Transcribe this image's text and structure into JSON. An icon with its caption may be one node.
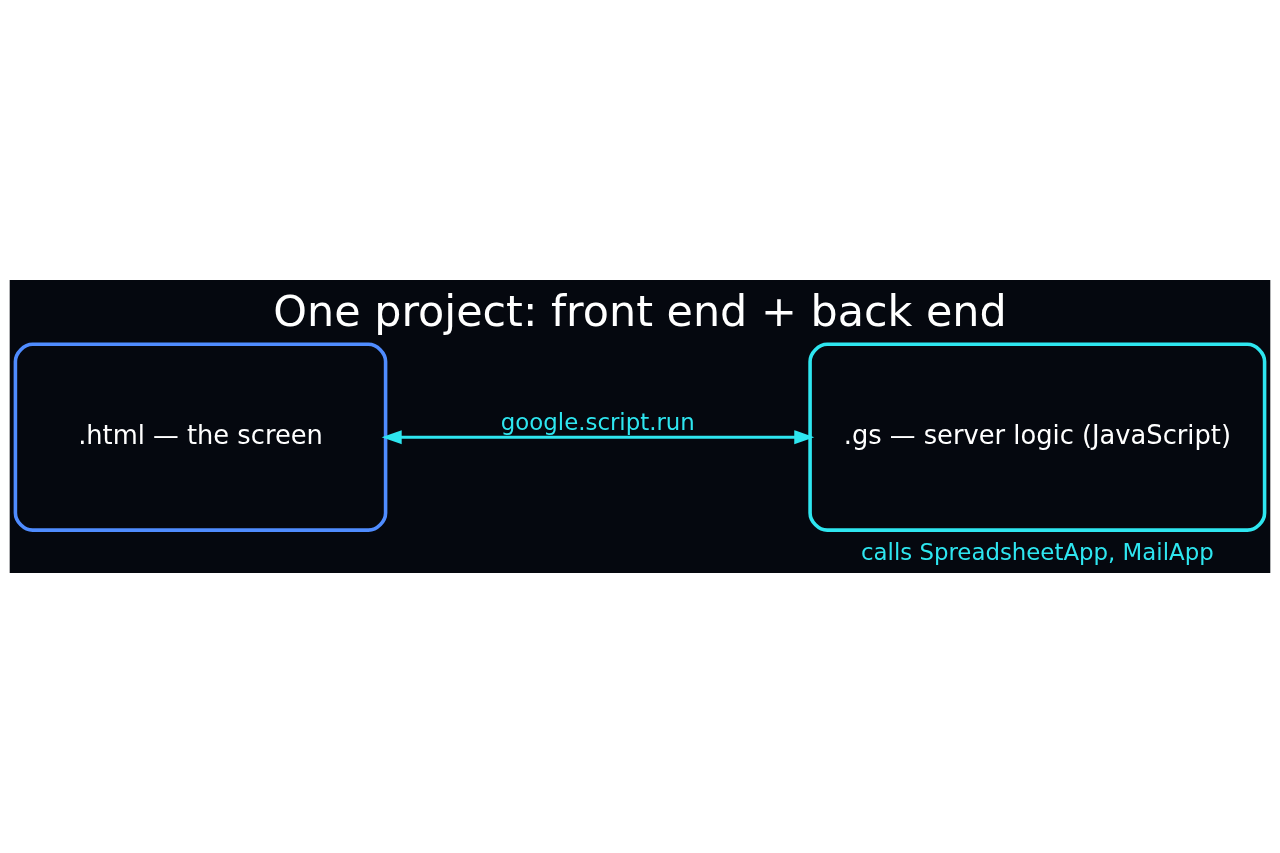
{
  "diagram": {
    "title": "One project: front end + back end",
    "nodes": [
      {
        "text": [
          ".html — the screen"
        ]
      },
      {
        "text": [
          ".gs — server logic (JavaScript)"
        ],
        "beside": [
          "calls SpreadsheetApp, MailApp"
        ]
      }
    ],
    "edges": [
      {
        "from": 0,
        "to": 1,
        "arrow": "both",
        "label": "google.script.run"
      }
    ]
  }
}
